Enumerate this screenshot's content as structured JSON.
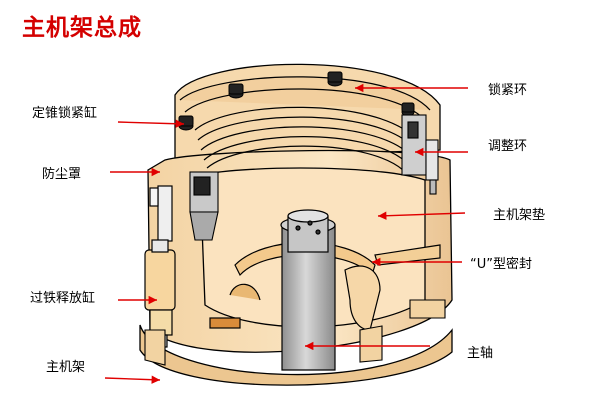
{
  "title": "主机架总成",
  "colors": {
    "title": "#d40000",
    "arrow": "#e00000",
    "body_fill": "#f8ddb2",
    "body_dark": "#d9b383",
    "shaft_fill": "#b7b7b7",
    "outline": "#000000"
  },
  "labels": {
    "lock_cylinder": "定锥锁紧缸",
    "dust_cover": "防尘罩",
    "iron_release_cylinder": "过铁释放缸",
    "main_frame": "主机架",
    "lock_ring": "锁紧环",
    "adjust_ring": "调整环",
    "frame_pad": "主机架垫",
    "u_seal": "“U”型密封",
    "main_shaft": "主轴"
  }
}
